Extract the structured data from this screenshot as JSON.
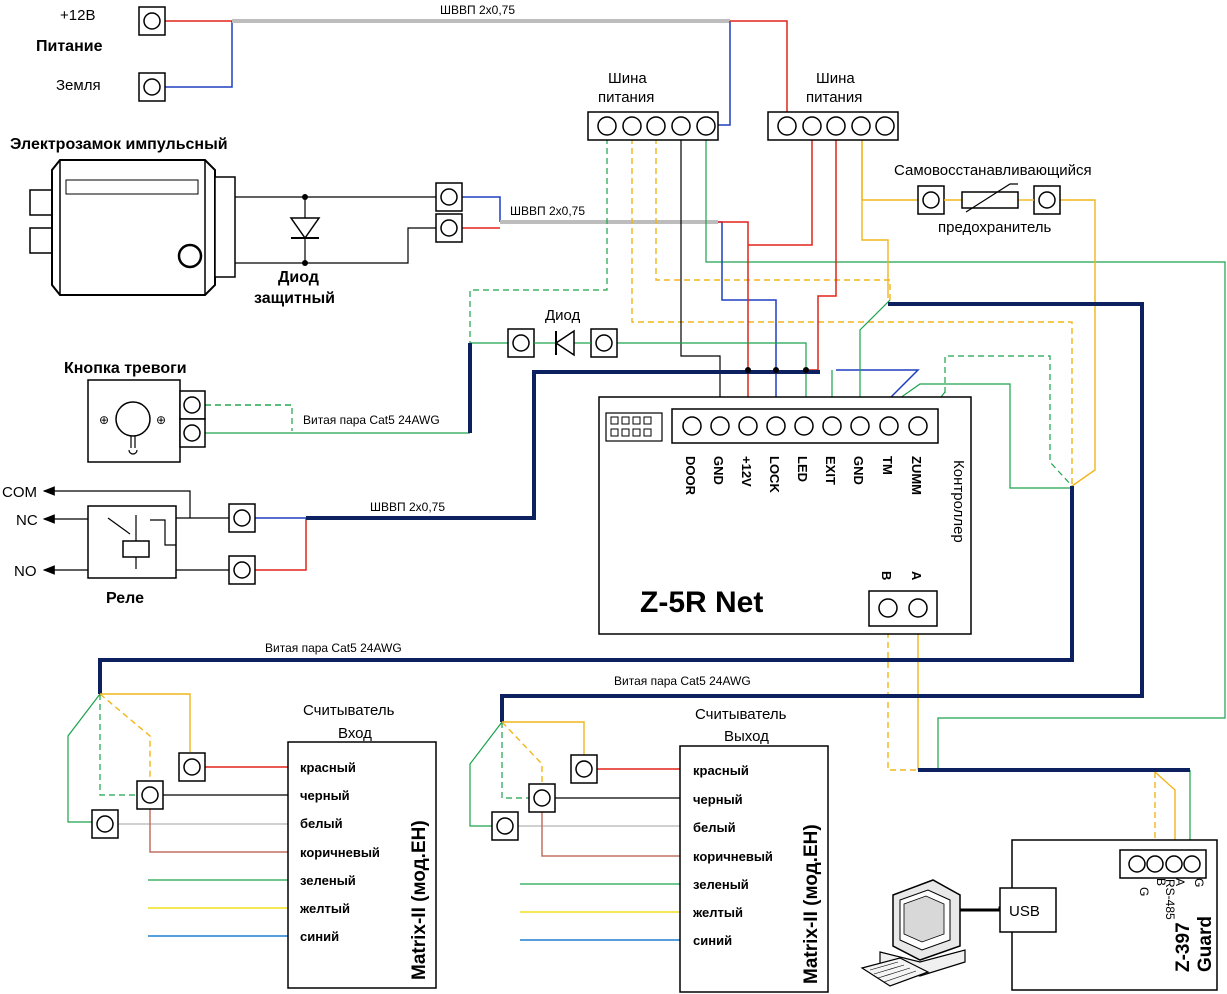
{
  "power": {
    "plus12": "+12В",
    "title": "Питание",
    "ground": "Земля"
  },
  "cable": {
    "shvvp_top": "ШВВП 2х0,75",
    "shvvp_lock": "ШВВП 2х0,75",
    "shvvp_relay": "ШВВП 2х0,75",
    "cat5_button": "Витая пара Cat5 24AWG",
    "cat5_in": "Витая пара Cat5 24AWG",
    "cat5_out": "Витая пара Cat5 24AWG"
  },
  "bus1": {
    "line1": "Шина",
    "line2": "питания"
  },
  "bus2": {
    "line1": "Шина",
    "line2": "питания"
  },
  "lock": {
    "title": "Электрозамок импульсный"
  },
  "protect_diode": {
    "line1": "Диод",
    "line2": "защитный"
  },
  "fuse": {
    "line1": "Самовосстанавливающийся",
    "line2": "предохранитель"
  },
  "diode": {
    "label": "Диод"
  },
  "alarm_button": {
    "title": "Кнопка тревоги"
  },
  "relay": {
    "com": "COM",
    "nc": "NC",
    "no": "NO",
    "title": "Реле"
  },
  "controller": {
    "name": "Z-5R Net",
    "side_label": "Контроллер",
    "pins": [
      "DOOR",
      "GND",
      "+12V",
      "LOCK",
      "LED",
      "EXIT",
      "GND",
      "TM",
      "ZUMM"
    ],
    "rs_b": "B",
    "rs_a": "A"
  },
  "reader_in": {
    "line1": "Считыватель",
    "line2": "Вход",
    "model": "Matrix-II (мод.EH)",
    "wires": [
      "красный",
      "черный",
      "белый",
      "коричневый",
      "зеленый",
      "желтый",
      "синий"
    ]
  },
  "reader_out": {
    "line1": "Считыватель",
    "line2": "Выход",
    "model": "Matrix-II (мод.EH)",
    "wires": [
      "красный",
      "черный",
      "белый",
      "коричневый",
      "зеленый",
      "желтый",
      "синий"
    ]
  },
  "converter": {
    "usb": "USB",
    "model1": "Z-397",
    "model2": "Guard",
    "pins": [
      "B",
      "A",
      "G"
    ],
    "rs": "RS-485",
    "g_label": "G"
  },
  "colors": {
    "red": "#e2231a",
    "blue": "#1f3fbf",
    "green": "#1aa34a",
    "yellow": "#f2b51b",
    "gray": "#bdbdbd",
    "navy": "#0d2060",
    "brown": "#c07060",
    "black": "#000000"
  }
}
